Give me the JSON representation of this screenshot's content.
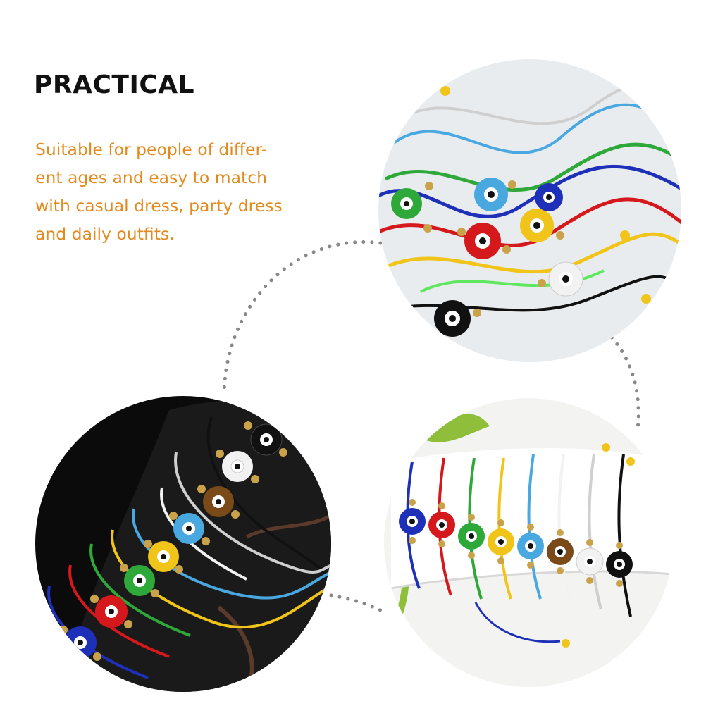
{
  "heading": "PRACTICAL",
  "description_lines": [
    "Suitable for people of differ-",
    "ent ages and easy to match",
    "with casual dress, party dress",
    "and daily outfits."
  ],
  "colors": {
    "heading": "#111111",
    "description": "#e38a1f",
    "dots": "#888888",
    "bead_gold": "#c9a24a"
  },
  "images": [
    {
      "name": "pile-of-bracelets-photo",
      "background": "light"
    },
    {
      "name": "bracelets-on-black-stand-photo",
      "background": "dark"
    },
    {
      "name": "bracelets-on-white-tube-photo",
      "background": "light"
    }
  ],
  "bracelet_colors": [
    "#1e2fb8",
    "#d4181c",
    "#2fa83a",
    "#f0c419",
    "#4aa8e0",
    "#7a4a18",
    "#f2f2f2",
    "#111111"
  ]
}
